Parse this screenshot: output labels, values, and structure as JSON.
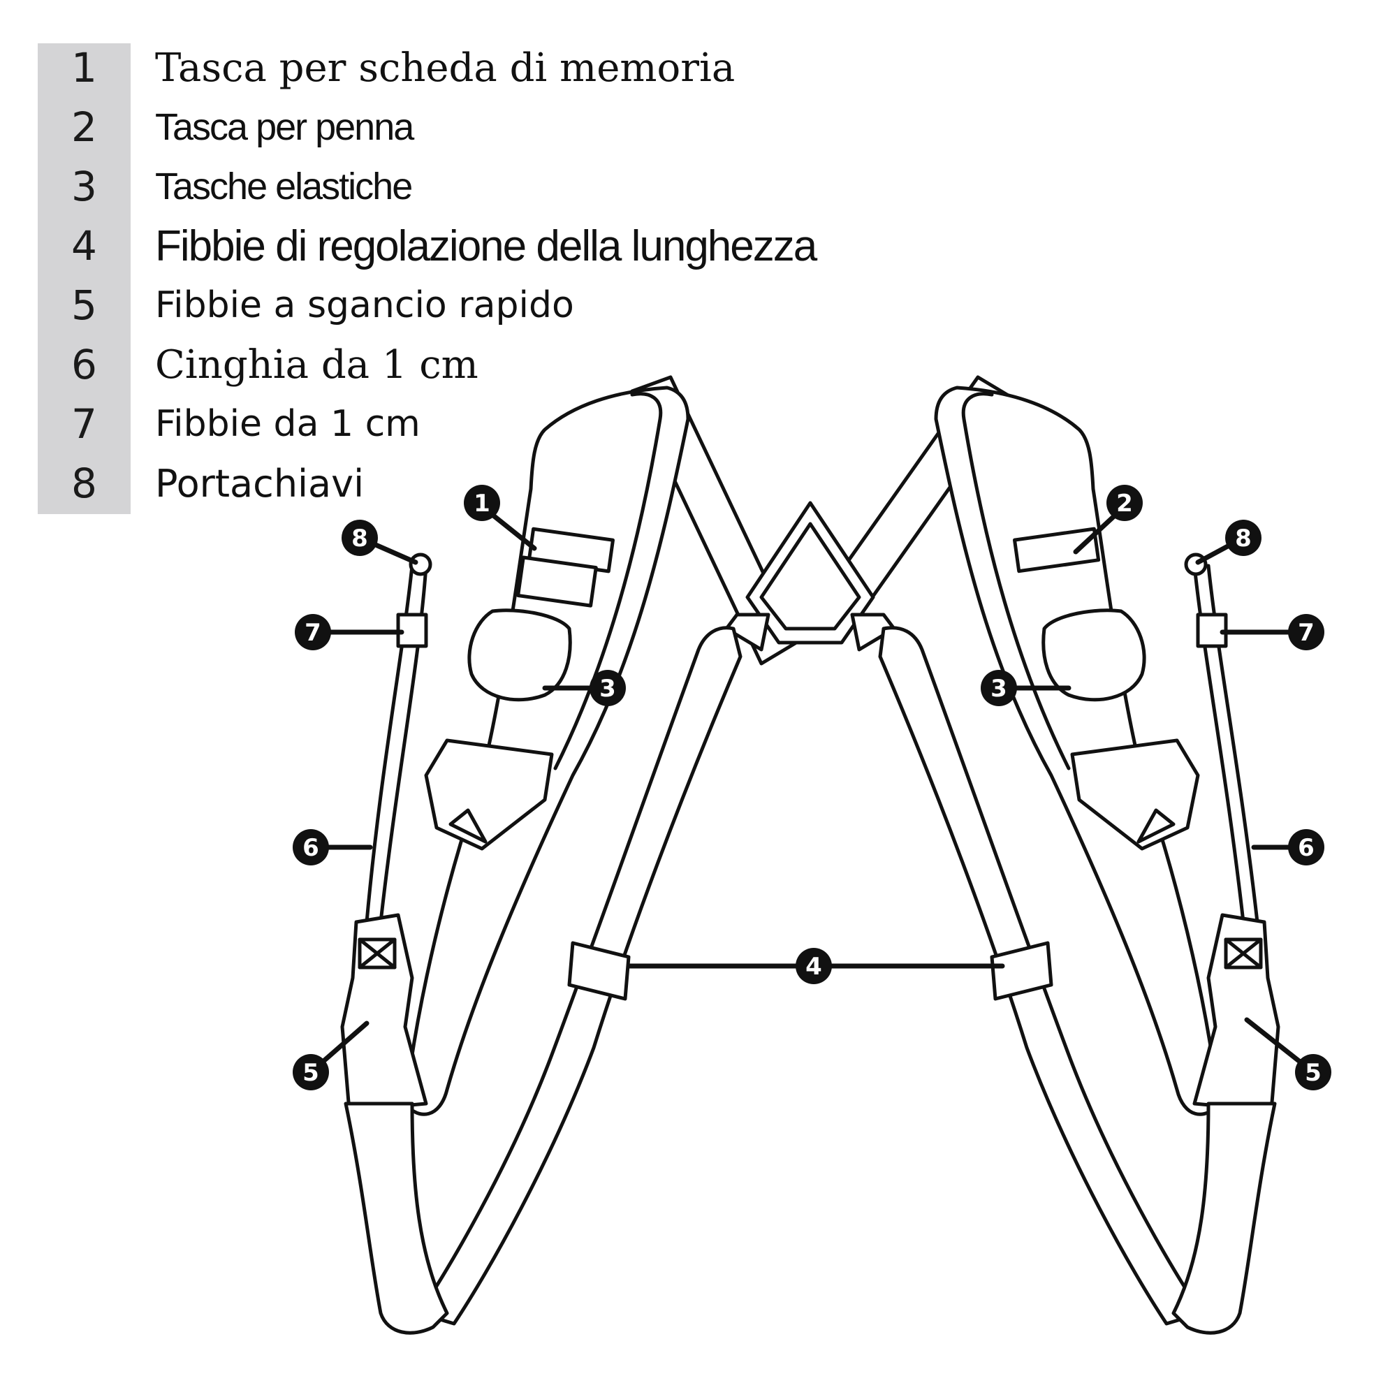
{
  "legend": [
    {
      "number": "1",
      "label": "Tasca per scheda di memoria"
    },
    {
      "number": "2",
      "label": "Tasca per penna"
    },
    {
      "number": "3",
      "label": "Tasche elastiche"
    },
    {
      "number": "4",
      "label": "Fibbie di regolazione della lunghezza"
    },
    {
      "number": "5",
      "label": "Fibbie a sgancio rapido"
    },
    {
      "number": "6",
      "label": "Cinghia da 1 cm"
    },
    {
      "number": "7",
      "label": "Fibbie da 1 cm"
    },
    {
      "number": "8",
      "label": "Portachiavi"
    }
  ],
  "callouts": {
    "c1": "1",
    "c2": "2",
    "c3_left": "3",
    "c3_right": "3",
    "c4": "4",
    "c5_left": "5",
    "c5_right": "5",
    "c6_left": "6",
    "c6_right": "6",
    "c7_left": "7",
    "c7_right": "7",
    "c8_left": "8",
    "c8_right": "8"
  }
}
